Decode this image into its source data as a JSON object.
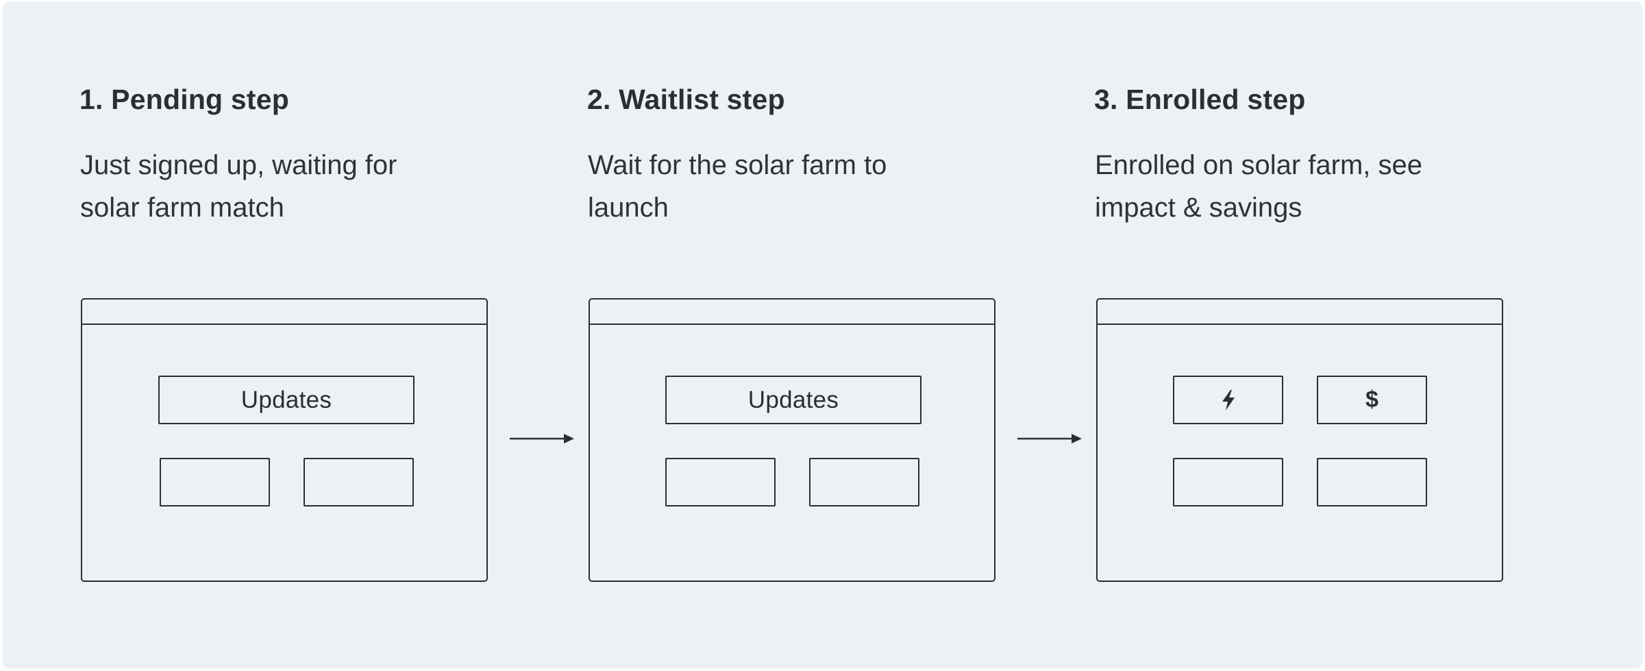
{
  "steps": [
    {
      "title": "1. Pending step",
      "description": "Just signed up, waiting for\nsolar farm match",
      "mockup": {
        "top_box_label": "Updates"
      }
    },
    {
      "title": "2. Waitlist step",
      "description": "Wait for the solar farm to\nlaunch",
      "mockup": {
        "top_box_label": "Updates"
      }
    },
    {
      "title": "3. Enrolled step",
      "description": "Enrolled on solar farm, see\nimpact & savings",
      "mockup": {
        "icons": [
          "lightning-bolt-icon",
          "dollar-sign-icon"
        ],
        "dollar_glyph": "$"
      }
    }
  ],
  "colors": {
    "background": "#edf1f5",
    "stroke": "#2b2f33"
  }
}
